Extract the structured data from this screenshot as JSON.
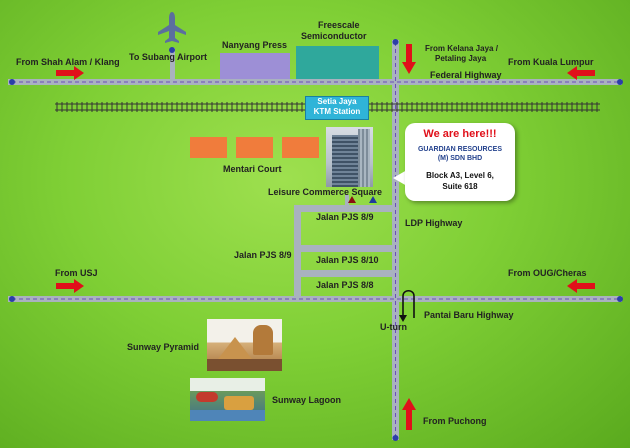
{
  "labels": {
    "from_shah_alam": "From Shah Alam / Klang",
    "to_subang_airport": "To Subang Airport",
    "nanyang_press": "Nanyang Press",
    "freescale_line1": "Freescale",
    "freescale_line2": "Semiconductor",
    "from_kelana_line1": "From Kelana Jaya /",
    "from_kelana_line2": "Petaling Jaya",
    "from_kuala_lumpur": "From Kuala Lumpur",
    "federal_highway": "Federal Highway",
    "ktm_line1": "Setia Jaya",
    "ktm_line2": "KTM Station",
    "mentari_court": "Mentari Court",
    "leisure_commerce_square": "Leisure Commerce Square",
    "jalan_pjs_8_9_top": "Jalan PJS 8/9",
    "jalan_pjs_8_9_left": "Jalan PJS 8/9",
    "jalan_pjs_8_10": "Jalan PJS 8/10",
    "jalan_pjs_8_8": "Jalan PJS 8/8",
    "ldp_highway": "LDP Highway",
    "from_usj": "From USJ",
    "from_oug_cheras": "From OUG/Cheras",
    "pantai_baru_highway": "Pantai Baru Highway",
    "u_turn": "U-turn",
    "sunway_pyramid": "Sunway Pyramid",
    "sunway_lagoon": "Sunway Lagoon",
    "from_puchong": "From Puchong"
  },
  "callout": {
    "title": "We are here!!!",
    "company_line1": "GUARDIAN RESOURCES",
    "company_line2": "(M) SDN BHD",
    "address_line1": "Block A3, Level 6,",
    "address_line2": "Suite 618"
  },
  "colors": {
    "background": "#7fcf35",
    "road": "#a9b2bf",
    "arrow": "#e0101a",
    "nanyang_block": "#9d8fd6",
    "freescale_block": "#2fa89c",
    "mentari_block": "#f07c3c",
    "ktm_box": "#2fb4d8"
  },
  "icons": [
    "airplane-icon",
    "direction-arrow-icon",
    "u-turn-icon",
    "location-marker-icon"
  ]
}
